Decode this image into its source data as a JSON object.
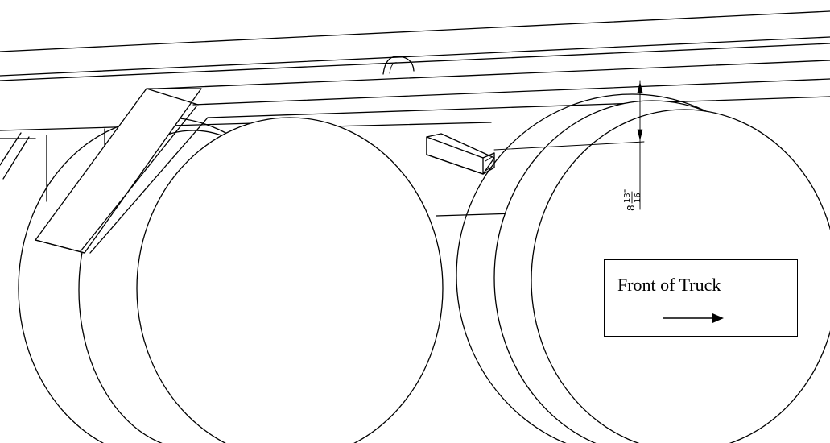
{
  "drawing": {
    "dimension": {
      "whole": "8",
      "numerator": "13\"",
      "denominator": "16"
    },
    "note": {
      "label": "Front of Truck",
      "arrow_icon": "arrow-right-icon"
    }
  }
}
